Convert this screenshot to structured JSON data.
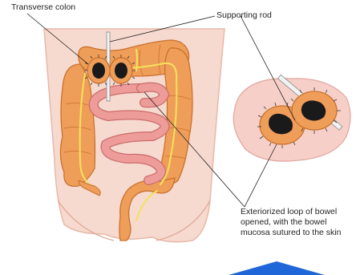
{
  "labels": {
    "transverse_colon": "Transverse colon",
    "supporting_rod": "Supporting rod",
    "exteriorized_loop": [
      "Exteriorized loop of bowel",
      "opened, with the bowel",
      "mucosa sutured to the skin"
    ]
  },
  "colors": {
    "skin": "#f6d9cf",
    "skin_outline": "#e8b9a8",
    "colon_fill": "#ef9e5a",
    "colon_outline": "#c9712d",
    "small_bowel": "#ee9c9a",
    "vessel": "#f4e25b",
    "stoma_lumen": "#1a1a1a",
    "rod": "#f2f2f2",
    "accent_triangle": "#1f66d9"
  }
}
